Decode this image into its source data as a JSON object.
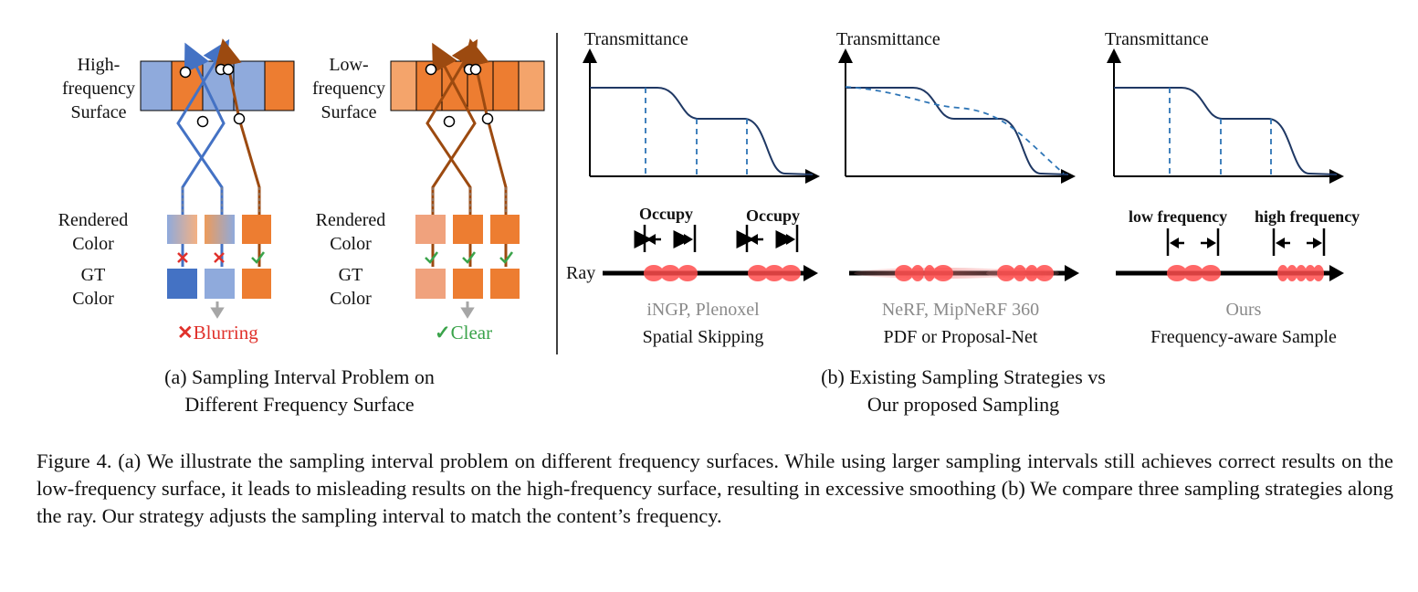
{
  "panel_a": {
    "high_surface_label": [
      "High-",
      "frequency",
      "Surface"
    ],
    "low_surface_label": [
      "Low-",
      "frequency",
      "Surface"
    ],
    "rendered_color_label": [
      "Rendered",
      "Color"
    ],
    "gt_color_label": [
      "GT",
      "Color"
    ],
    "blurring_label": "Blurring",
    "clear_label": "Clear",
    "caption_line1": "(a)  Sampling Interval Problem on",
    "caption_line2": "Different Frequency Surface",
    "colors": {
      "blue": "#8faadc",
      "orange": "#ed7d31",
      "light_orange": "#f4a46b",
      "ray_blue": "#4472c4",
      "ray_brown": "#9c4a10",
      "cross": "#e0312b",
      "check": "#3aa34a"
    }
  },
  "panel_b": {
    "transmittance_label": "Transmittance",
    "ray_label": "Ray",
    "occupy_label": "Occupy",
    "low_frequency_label": "low frequency",
    "high_frequency_label": "high frequency",
    "methods": [
      {
        "examples": "iNGP, Plenoxel",
        "name": "Spatial Skipping"
      },
      {
        "examples": "NeRF, MipNeRF 360",
        "name": "PDF or Proposal-Net"
      },
      {
        "examples": "Ours",
        "name": "Frequency-aware Sample"
      }
    ],
    "caption_line1": "(b) Existing Sampling Strategies vs",
    "caption_line2": "Our proposed Sampling",
    "colors": {
      "curve": "#1f3864",
      "dashed": "#2e75b6",
      "sample": "#ff4d4d"
    }
  },
  "caption": "Figure 4.  (a) We illustrate the sampling interval problem on different frequency surfaces.  While using larger sampling intervals still achieves correct results on the low-frequency surface, it leads to misleading results on the high-frequency surface, resulting in excessive smoothing (b) We compare three sampling strategies along the ray.  Our strategy adjusts the sampling interval to match the content’s frequency."
}
